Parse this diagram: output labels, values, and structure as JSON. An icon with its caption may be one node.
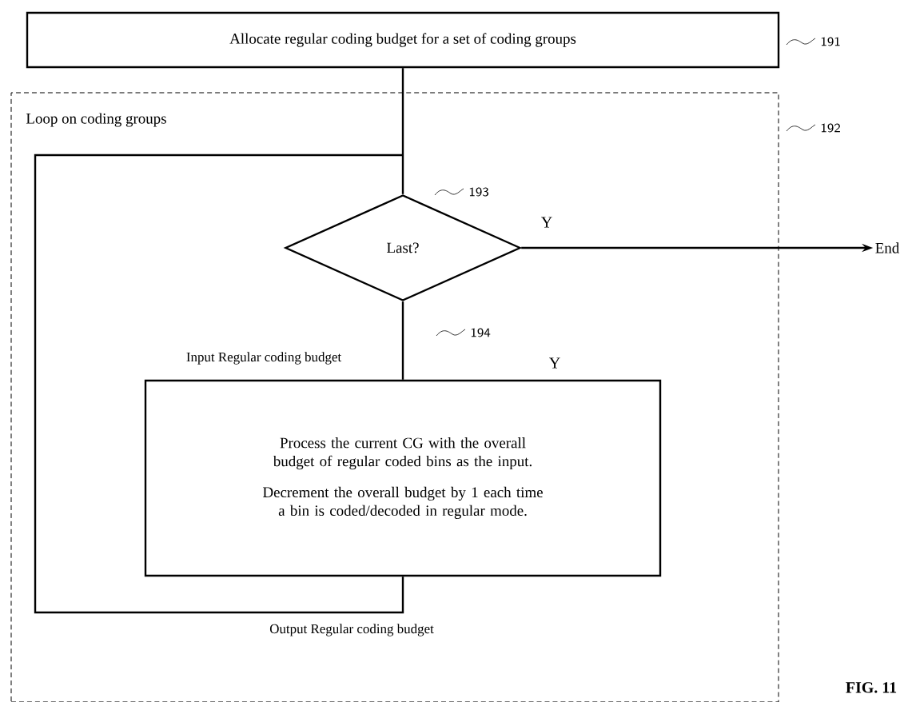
{
  "diagram": {
    "nodes": [
      {
        "text": [
          "Allocate regular coding budget for a set of coding groups"
        ],
        "beside": [
          "191"
        ]
      },
      {
        "text": [
          "Loop on coding groups"
        ],
        "beside": [
          "192"
        ]
      },
      {
        "text": [
          "Last?"
        ],
        "in": 1,
        "beside": [
          "193"
        ]
      },
      {
        "text": [
          "Process the current CG with the overall budget of regular coded bins as the input.",
          "Decrement the overall budget by 1 each time a bin is coded/decoded in regular mode."
        ],
        "in": 1
      },
      {
        "text": [
          "End"
        ]
      }
    ],
    "edges": [
      {
        "from": 0,
        "to": 2,
        "arrow": "none"
      },
      {
        "from": 2,
        "to": 3,
        "arrow": "none",
        "label": "Input Regular coding budget"
      },
      {
        "from": 2,
        "to": 4,
        "arrow": "to",
        "label": "Y"
      },
      {
        "from": 3,
        "to": 2,
        "arrow": "none",
        "label": "Output Regular coding budget"
      }
    ],
    "labels": [
      "194",
      "Y",
      "FIG. 11"
    ]
  }
}
